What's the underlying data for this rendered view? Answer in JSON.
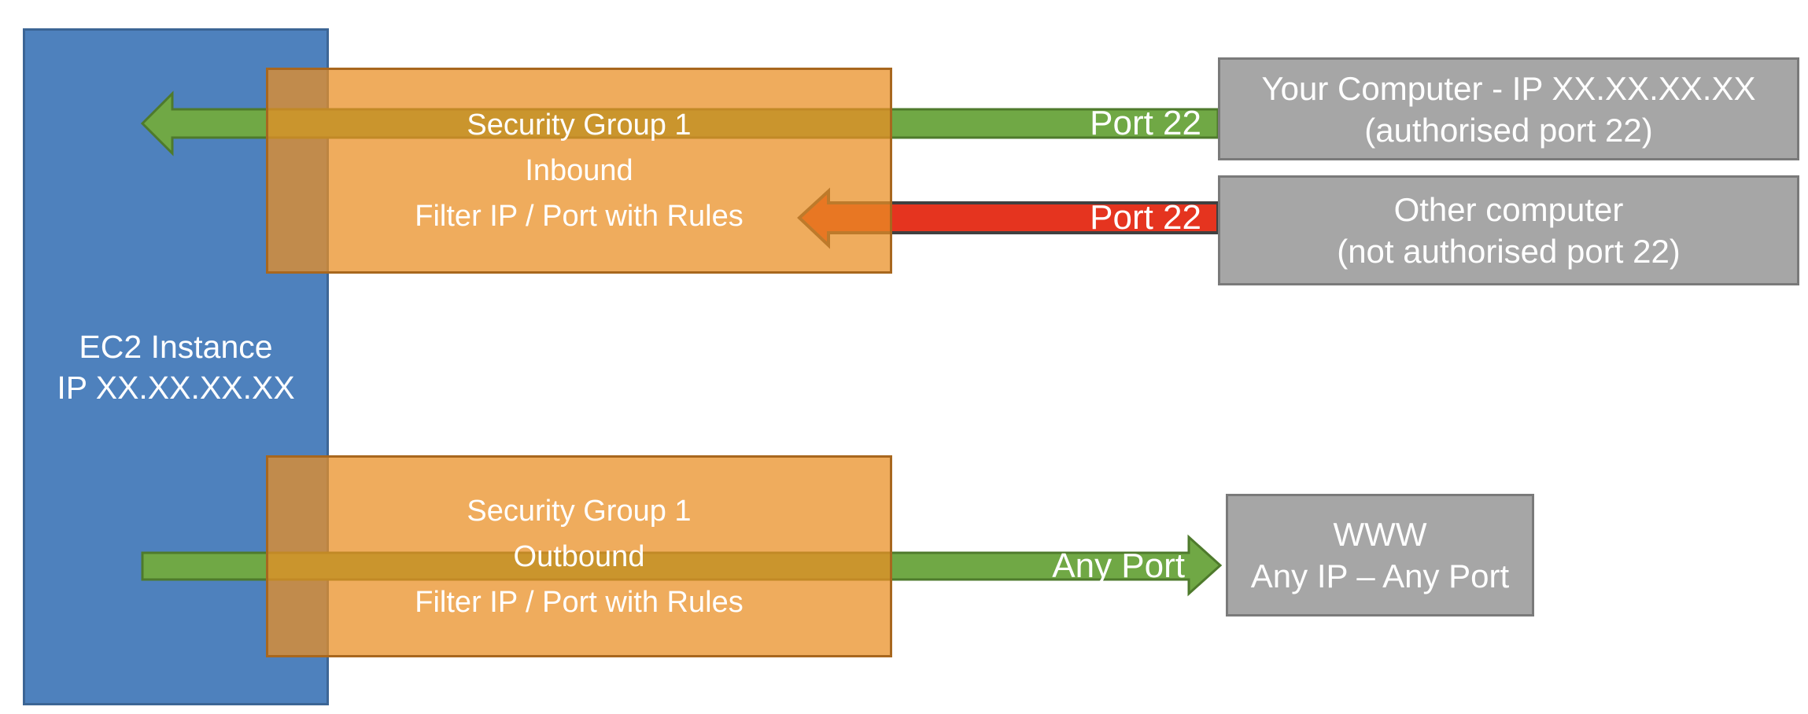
{
  "diagram": {
    "description": "EC2 security group inbound/outbound port filtering diagram"
  },
  "nodes": {
    "ec2": {
      "lines": [
        "EC2 Instance",
        "IP XX.XX.XX.XX"
      ]
    },
    "sg_inbound": {
      "lines": [
        "Security Group 1",
        "Inbound",
        "Filter IP / Port with Rules"
      ]
    },
    "sg_outbound": {
      "lines": [
        "Security Group 1",
        "Outbound",
        "Filter IP / Port with Rules"
      ]
    },
    "your_computer": {
      "lines": [
        "Your Computer - IP XX.XX.XX.XX",
        "(authorised port 22)"
      ]
    },
    "other_computer": {
      "lines": [
        "Other computer",
        "(not authorised port 22)"
      ]
    },
    "www": {
      "lines": [
        "WWW",
        "Any IP – Any Port"
      ]
    }
  },
  "arrows": [
    {
      "id": "inbound-allowed",
      "label": "Port 22",
      "color": "green",
      "direction": "left",
      "from": "your_computer",
      "to": "ec2"
    },
    {
      "id": "inbound-blocked",
      "label": "Port 22",
      "color": "red",
      "direction": "left",
      "from": "other_computer",
      "to": "sg_inbound"
    },
    {
      "id": "outbound-allowed",
      "label": "Any Port",
      "color": "green",
      "direction": "right",
      "from": "ec2",
      "to": "www"
    }
  ],
  "colors": {
    "ec2_blue": "#4E81BD",
    "ec2_blue_border": "#3C6595",
    "security_group_orange": "#E98F25",
    "security_group_orange_alpha": 0.74,
    "security_group_border": "#A8671E",
    "endpoint_gray": "#A6A6A6",
    "endpoint_gray_border": "#7A7A7A",
    "allowed_green": "#70A845",
    "allowed_green_border": "#4E7A2C",
    "blocked_red": "#E5341F",
    "blocked_red_border": "#404040",
    "text": "#FFFFFF",
    "background": "#FFFFFF"
  }
}
